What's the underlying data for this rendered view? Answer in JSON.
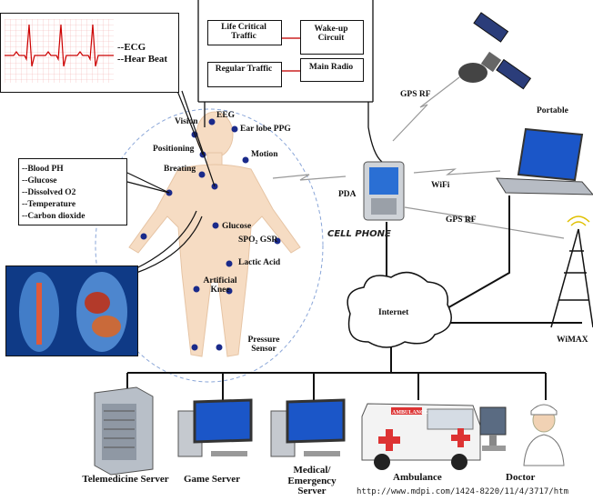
{
  "ecg_panel": {
    "label_ecg": "--ECG",
    "label_hb": "--Hear Beat"
  },
  "traffic": {
    "life_critical": "Life Critical Traffic",
    "wakeup": "Wake-up Circuit",
    "regular": "Regular Traffic",
    "main_radio": "Main Radio"
  },
  "sensors": {
    "vision": "Vision",
    "eeg": "EEG",
    "ear_ppg": "Ear lobe PPG",
    "positioning": "Positioning",
    "motion": "Motion",
    "breathing": "Breating",
    "glucose": "Glucose",
    "spo2": "SPO₂ GSR",
    "lactic": "Lactic Acid",
    "artificial_knee": "Artificial Knee",
    "pressure": "Pressure Sensor"
  },
  "blood_list": [
    "--Blood PH",
    "--Glucose",
    "--Dissolved O2",
    "--Temperature",
    "--Carbon dioxide"
  ],
  "network": {
    "gps_rf_top": "GPS RF",
    "portable": "Portable",
    "pda": "PDA",
    "wifi": "WiFi",
    "gps_rf_mid": "GPS RF",
    "cell_phone": "CELL PHONE",
    "internet": "Internet",
    "wimax": "WiMAX"
  },
  "endpoints": {
    "telemedicine": "Telemedicine Server",
    "game": "Game Server",
    "medical": "Medical/ Emergency Server",
    "ambulance": "Ambulance",
    "doctor": "Doctor",
    "ambulance_sign": "AMBULANCE"
  },
  "source_url": "http://www.mdpi.com/1424-8220/11/4/3717/htm",
  "colors": {
    "accent_red": "#d33",
    "sensor_dot": "#1a2a8a",
    "body": "#f4dcc2",
    "screen_blue": "#1b56c8"
  }
}
